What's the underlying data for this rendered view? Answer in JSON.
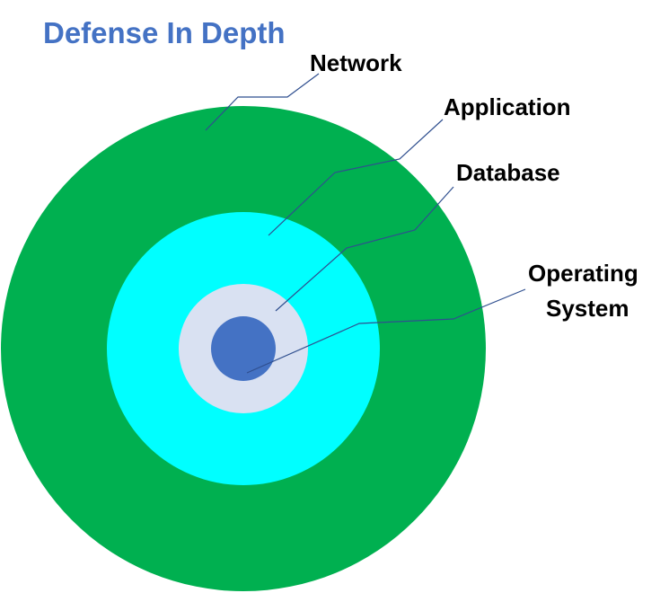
{
  "title": "Defense In Depth",
  "colors": {
    "title": "#4472C4",
    "leader_line": "#2F4F8F",
    "network": "#00B050",
    "application": "#00FFFF",
    "database": "#D9E1F2",
    "operating_system": "#4472C4"
  },
  "layers": [
    {
      "id": "network",
      "label": "Network"
    },
    {
      "id": "application",
      "label": "Application"
    },
    {
      "id": "database",
      "label": "Database"
    },
    {
      "id": "operating_system",
      "label_line1": "Operating",
      "label_line2": "System"
    }
  ]
}
